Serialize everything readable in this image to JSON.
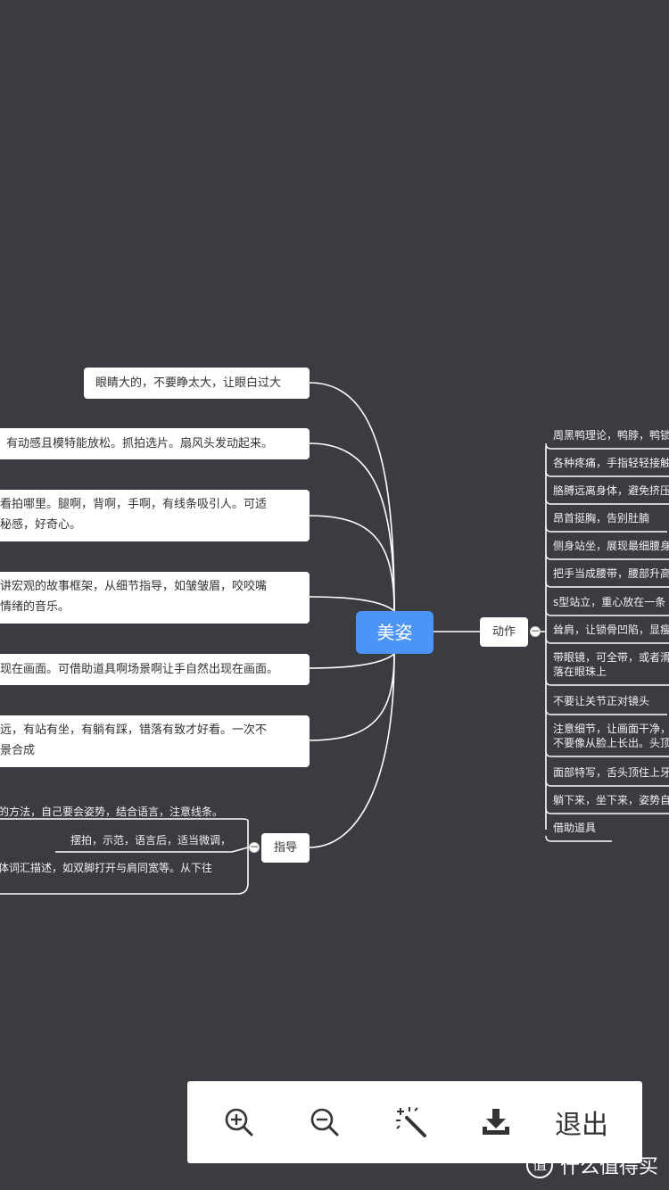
{
  "root": {
    "label": "美姿"
  },
  "left_nodes": [
    {
      "lines": [
        "眼睛大的，不要睁太大，让眼白过大"
      ]
    },
    {
      "lines": [
        "有动感且模特能放松。抓拍选片。扇风头发动起来。"
      ]
    },
    {
      "lines": [
        "看拍哪里。腿啊，背啊，手啊，有线条吸引人。可适",
        "秘感，好奇心。"
      ]
    },
    {
      "lines": [
        "讲宏观的故事框架，从细节指导，如皱皱眉，咬咬嘴",
        "情绪的音乐。"
      ]
    },
    {
      "lines": [
        "现在画面。可借助道具啊场景啊让手自然出现在画面。"
      ]
    },
    {
      "lines": [
        "远，有站有坐，有躺有踩，错落有致才好看。一次不",
        "景合成"
      ]
    }
  ],
  "guide": {
    "label": "指导",
    "collapse": "−",
    "items": [
      "的方法，自己要会姿势，结合语言，注意线条。",
      "摆拍，示范，语言后，适当微调，",
      "体词汇描述，如双脚打开与肩同宽等。从下往"
    ]
  },
  "action": {
    "label": "动作",
    "collapse": "−",
    "items": [
      [
        "周黑鸭理论，鸭脖，鸭锁"
      ],
      [
        "各种疼痛，手指轻轻接触"
      ],
      [
        "胳膊远离身体，避免挤压"
      ],
      [
        "昂首挺胸，告别肚腩"
      ],
      [
        "侧身站坐，展现最细腰身"
      ],
      [
        "把手当成腰带，腰部升高"
      ],
      [
        "s型站立，重心放在一条"
      ],
      [
        "耸肩，让锁骨凹陷，显瘦"
      ],
      [
        "带眼镜，可全带，或者滑",
        "落在眼珠上"
      ],
      [
        "不要让关节正对镜头"
      ],
      [
        "注意细节，让画面干净，",
        "不要像从脸上长出。头顶"
      ],
      [
        "面部特写，舌头顶住上牙"
      ],
      [
        "躺下来，坐下来，姿势自"
      ],
      [
        "借助道具"
      ]
    ]
  },
  "toolbar": {
    "zoom_in_icon": "zoom-in-icon",
    "zoom_out_icon": "zoom-out-icon",
    "magic_icon": "magic-wand-icon",
    "download_icon": "download-icon",
    "exit_label": "退出"
  },
  "watermark": {
    "logo": "值",
    "text": "什么值得买"
  },
  "colors": {
    "background": "#3a3c41",
    "root": "#4a95f5",
    "node": "#ffffff",
    "line": "#ffffff"
  }
}
